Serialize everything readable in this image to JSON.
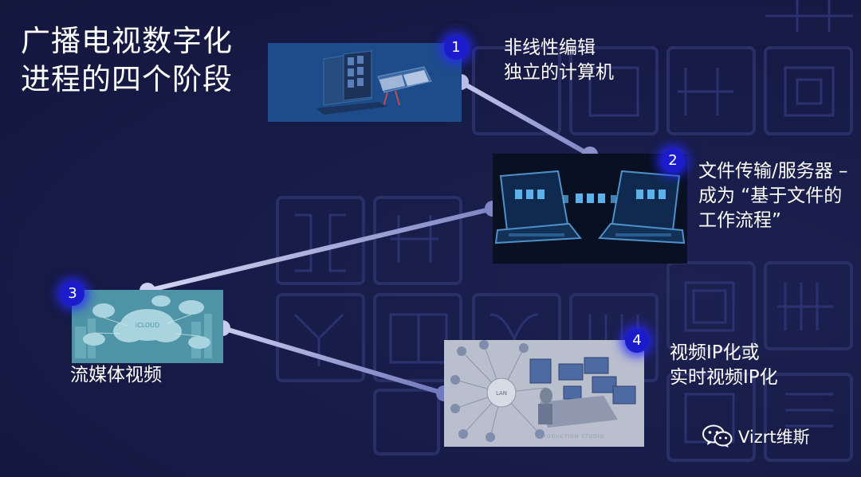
{
  "slide": {
    "title": "广播电视数字化进程的四个阶段"
  },
  "stages": [
    {
      "number": "1",
      "text": "非线性编辑\n独立的计算机"
    },
    {
      "number": "2",
      "text": "文件传输/服务器 – 成为 “基于文件的工作流程”"
    },
    {
      "number": "3",
      "text": "流媒体视频"
    },
    {
      "number": "4",
      "text": "视频IP化或\n实时视频IP化"
    }
  ],
  "images": {
    "cloud_text": "iCLOUD",
    "lan_text": "LAN",
    "studio_text": "PRODUCTION STUDIO"
  },
  "watermark": {
    "icon": "wechat-icon",
    "text": "Vizrt维斯"
  },
  "colors": {
    "background": "#161a45",
    "badge": "#1c1ccc",
    "connector": "#c9cdf0",
    "text": "#ffffff"
  }
}
